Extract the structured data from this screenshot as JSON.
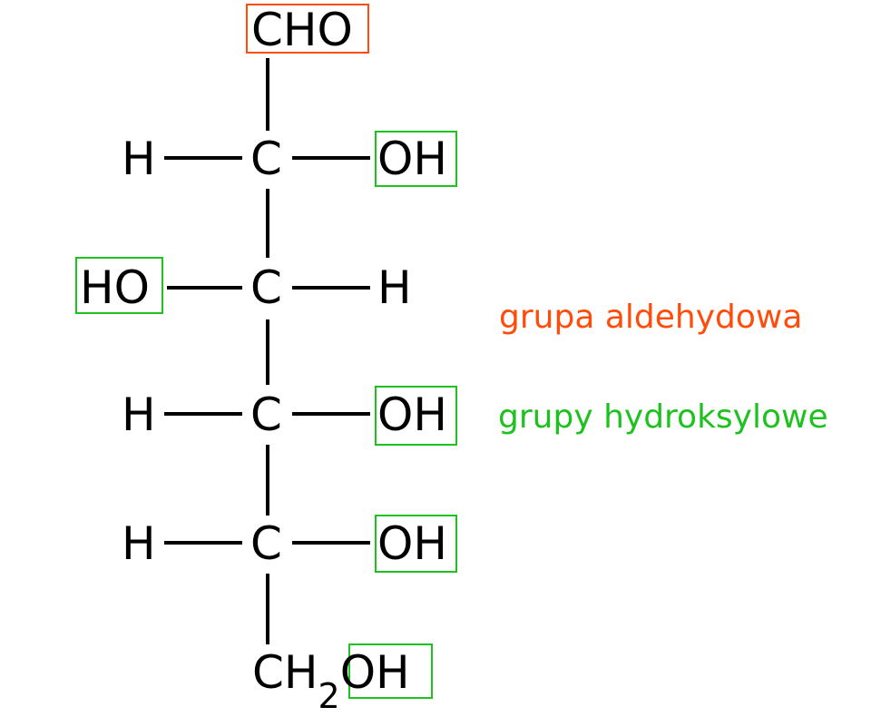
{
  "diagram": {
    "type": "Fischer projection",
    "top_group": "CHO",
    "rows": [
      {
        "left": "H",
        "center": "C",
        "right": "OH"
      },
      {
        "left": "HO",
        "center": "C",
        "right": "H"
      },
      {
        "left": "H",
        "center": "C",
        "right": "OH"
      },
      {
        "left": "H",
        "center": "C",
        "right": "OH"
      }
    ],
    "bottom_group": {
      "prefix": "CH",
      "subscript": "2",
      "suffix": "OH"
    }
  },
  "legend": {
    "aldehyde": {
      "label": "grupa aldehydowa",
      "color": "#ff4c0a"
    },
    "hydroxyl": {
      "label": "grupy hydroksylowe",
      "color": "#1ec21e"
    }
  }
}
